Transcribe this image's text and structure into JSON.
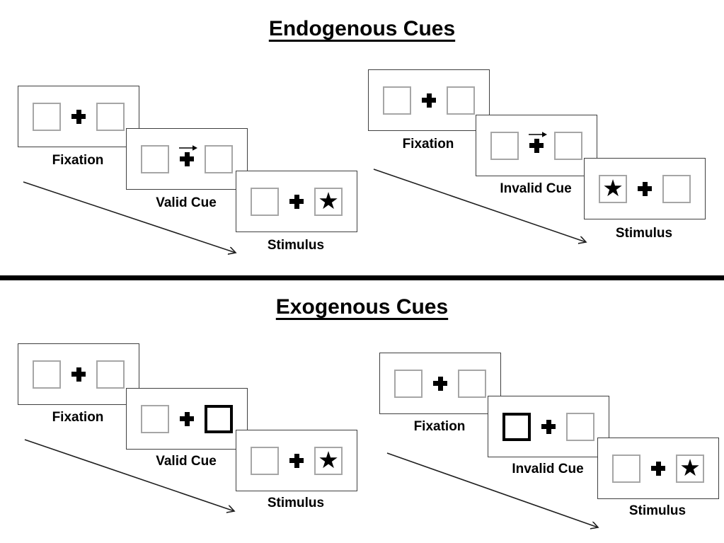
{
  "colors": {
    "background": "#ffffff",
    "panel_border": "#3f3f3f",
    "placeholder_square_border": "#a6a6a6",
    "cue_square_border": "#000000",
    "ink": "#000000"
  },
  "glyphs": {
    "star": "★"
  },
  "sections": [
    {
      "id": "endogenous",
      "title": "Endogenous Cues",
      "sequences": [
        {
          "id": "endogenous-valid",
          "steps": [
            {
              "label": "Fixation",
              "cue": "none",
              "star_side": "none"
            },
            {
              "label": "Valid Cue",
              "cue": "central-arrow-right",
              "star_side": "none"
            },
            {
              "label": "Stimulus",
              "cue": "none",
              "star_side": "right"
            }
          ]
        },
        {
          "id": "endogenous-invalid",
          "steps": [
            {
              "label": "Fixation",
              "cue": "none",
              "star_side": "none"
            },
            {
              "label": "Invalid Cue",
              "cue": "central-arrow-right",
              "star_side": "none"
            },
            {
              "label": "Stimulus",
              "cue": "none",
              "star_side": "left"
            }
          ]
        }
      ]
    },
    {
      "id": "exogenous",
      "title": "Exogenous Cues",
      "sequences": [
        {
          "id": "exogenous-valid",
          "steps": [
            {
              "label": "Fixation",
              "cue": "none",
              "star_side": "none"
            },
            {
              "label": "Valid Cue",
              "cue": "peripheral-box-right",
              "star_side": "none"
            },
            {
              "label": "Stimulus",
              "cue": "none",
              "star_side": "right"
            }
          ]
        },
        {
          "id": "exogenous-invalid",
          "steps": [
            {
              "label": "Fixation",
              "cue": "none",
              "star_side": "none"
            },
            {
              "label": "Invalid Cue",
              "cue": "peripheral-box-left",
              "star_side": "none"
            },
            {
              "label": "Stimulus",
              "cue": "none",
              "star_side": "right"
            }
          ]
        }
      ]
    }
  ]
}
